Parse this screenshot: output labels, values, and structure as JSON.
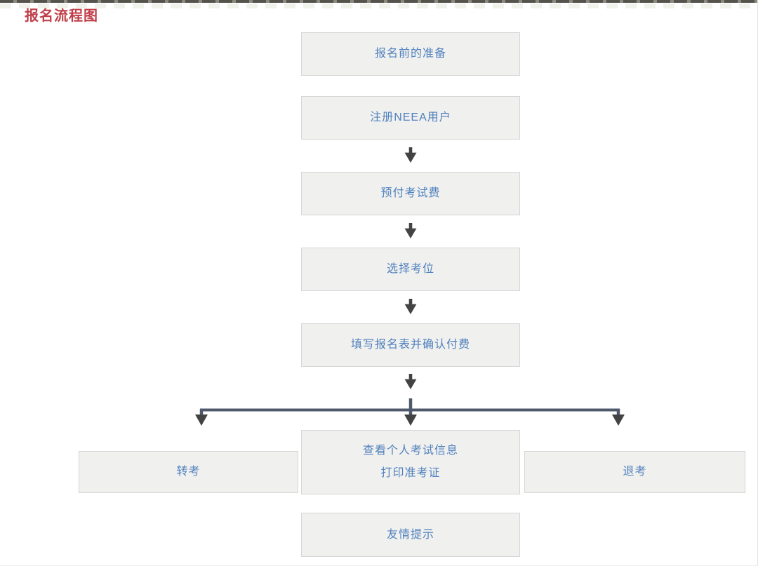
{
  "header": {
    "title": "报名流程图"
  },
  "colors": {
    "title_red": "#c03e48",
    "box_text_blue": "#4f81bd",
    "box_background": "#f0f0ef",
    "box_border": "#d6d6d6",
    "arrow_dark": "#434343",
    "connector_slate": "#4e596b"
  },
  "flowchart": {
    "steps": [
      {
        "label": "报名前的准备"
      },
      {
        "label": "注册NEEA用户"
      },
      {
        "label": "预付考试费"
      },
      {
        "label": "选择考位"
      },
      {
        "label": "填写报名表并确认付费"
      }
    ],
    "branches": {
      "left": {
        "label": "转考"
      },
      "center": {
        "line1": "查看个人考试信息",
        "line2": "打印准考证"
      },
      "right": {
        "label": "退考"
      }
    },
    "footer": {
      "label": "友情提示"
    }
  }
}
